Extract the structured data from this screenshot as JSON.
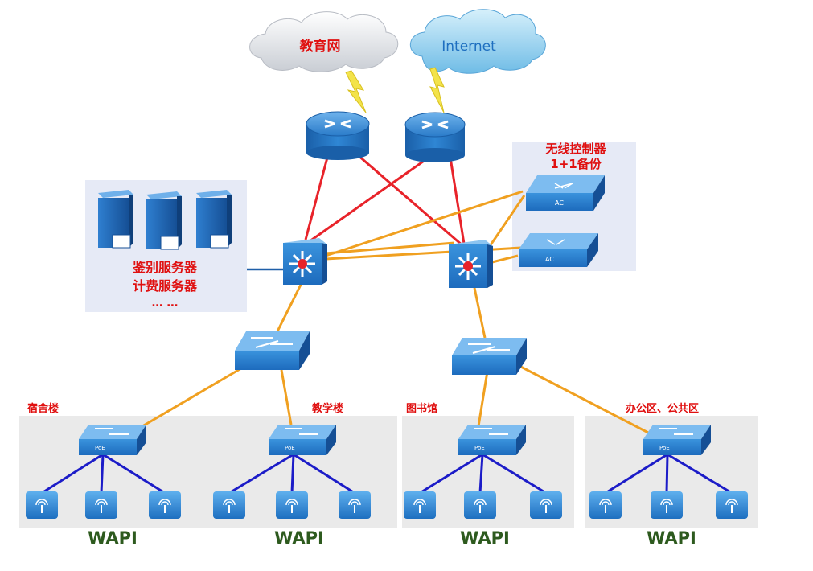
{
  "clouds": {
    "edu_net": "教育网",
    "internet": "Internet"
  },
  "controller": {
    "title": "无线控制器",
    "backup": "1+1备份",
    "ac_label": "AC"
  },
  "servers": {
    "line1": "鉴别服务器",
    "line2": "计费服务器",
    "line3": "… …"
  },
  "zones": [
    {
      "label": "宿舍楼",
      "bottom": "WAPI"
    },
    {
      "label": "教学楼",
      "bottom": "WAPI"
    },
    {
      "label": "图书馆",
      "bottom": "WAPI"
    },
    {
      "label": "办公区、公共区",
      "bottom": "WAPI"
    }
  ],
  "poe_label": "PoE",
  "colors": {
    "wan_link": "#e8232a",
    "trunk_link": "#f0a020",
    "access_link": "#1c1cc8",
    "server_link": "#1f5fa8",
    "label_red": "#e01010",
    "wapi_green": "#2d5a1e",
    "device_blue": "#1e78c8",
    "panel_blue": "#e6eaf6",
    "panel_gray": "#eaeaea"
  }
}
